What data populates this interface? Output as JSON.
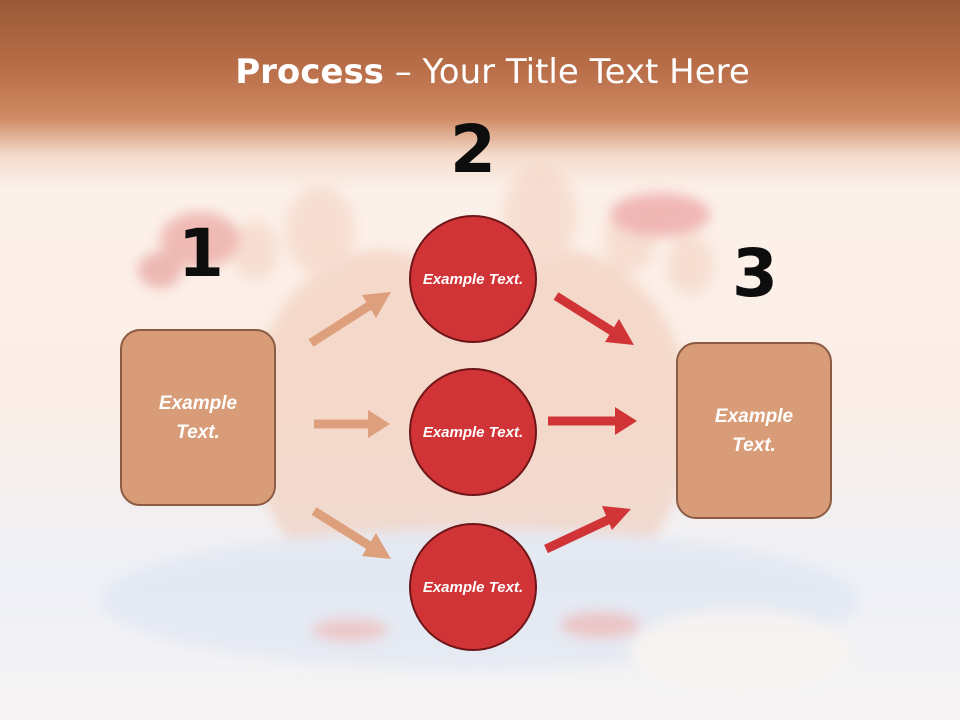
{
  "title": {
    "bold": "Process",
    "rest": " – Your Title Text Here"
  },
  "steps": {
    "one": "1",
    "two": "2",
    "three": "3"
  },
  "left_box": {
    "text": "Example Text."
  },
  "right_box": {
    "text": "Example Text."
  },
  "circles": [
    {
      "text": "Example Text."
    },
    {
      "text": "Example Text."
    },
    {
      "text": "Example Text."
    }
  ],
  "colors": {
    "header": "#b86d47",
    "box_fill": "#d99c78",
    "box_border": "#8c5b43",
    "circle_fill": "#d13437",
    "circle_border": "#6e1518",
    "arrow_left": "#de9f7c",
    "arrow_right": "#d13437"
  }
}
